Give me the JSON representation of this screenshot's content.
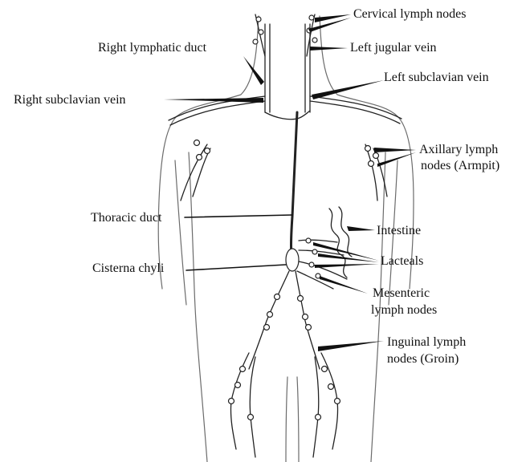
{
  "labels": {
    "cervical": "Cervical lymph nodes",
    "right_lymphatic_duct": "Right lymphatic duct",
    "left_jugular": "Left jugular vein",
    "left_subclavian": "Left subclavian vein",
    "right_subclavian": "Right subclavian vein",
    "axillary_line1": "Axillary lymph",
    "axillary_line2": "nodes (Armpit)",
    "thoracic_duct": "Thoracic duct",
    "intestine": "Intestine",
    "cisterna_chyli": "Cisterna chyli",
    "lacteals": "Lacteals",
    "mesenteric_line1": "Mesenteric",
    "mesenteric_line2": "lymph nodes",
    "inguinal_line1": "Inguinal lymph",
    "inguinal_line2": "nodes (Groin)"
  }
}
